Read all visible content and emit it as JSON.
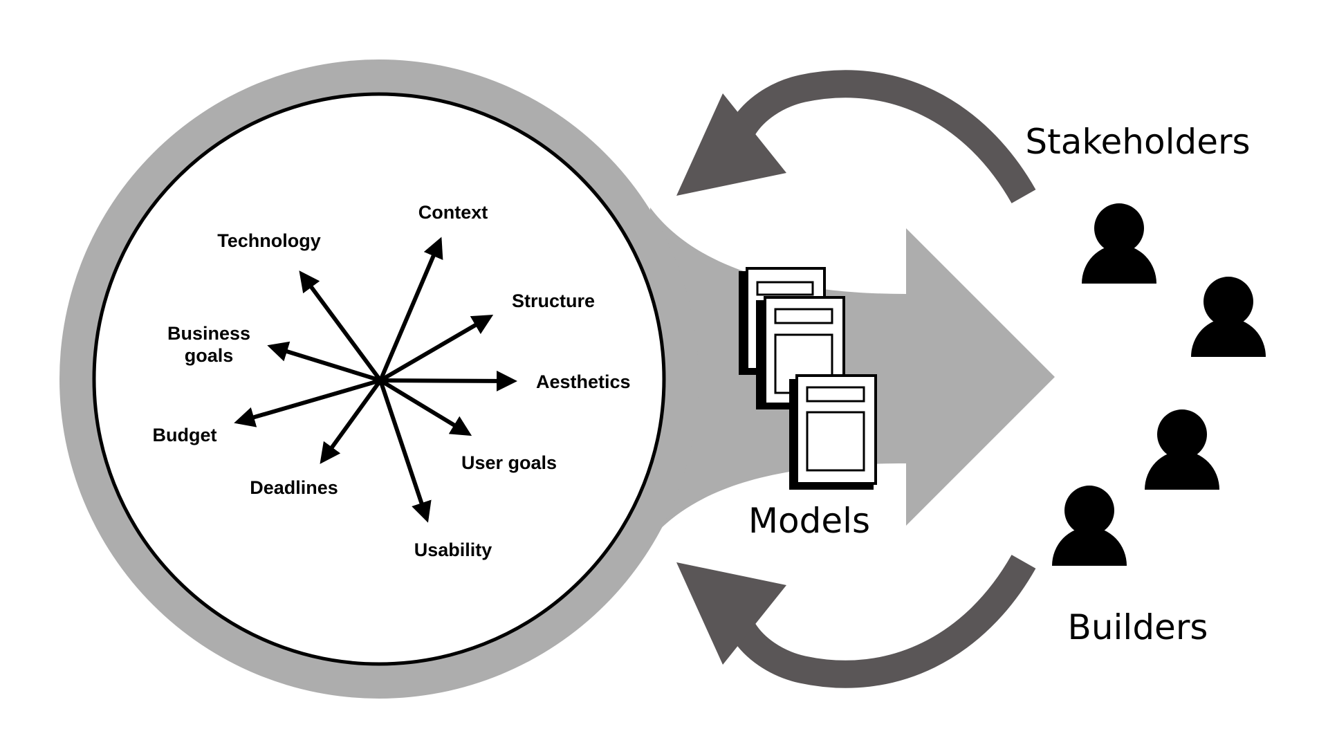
{
  "factors": {
    "context": "Context",
    "technology": "Technology",
    "structure": "Structure",
    "business_goals_line1": "Business",
    "business_goals_line2": "goals",
    "aesthetics": "Aesthetics",
    "budget": "Budget",
    "user_goals": "User goals",
    "deadlines": "Deadlines",
    "usability": "Usability"
  },
  "labels": {
    "models": "Models",
    "stakeholders": "Stakeholders",
    "builders": "Builders"
  },
  "colors": {
    "light_gray": "#adadad",
    "dark_gray": "#5a5657",
    "black": "#000000",
    "white": "#ffffff"
  }
}
